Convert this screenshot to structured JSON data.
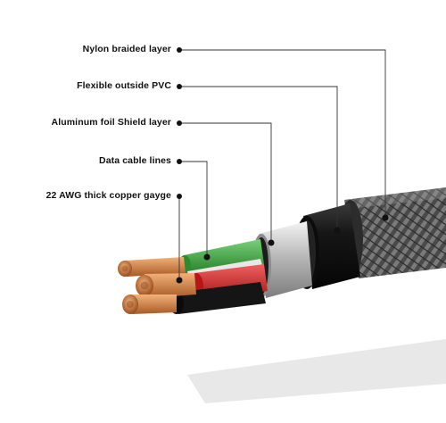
{
  "labels": [
    {
      "id": "nylon",
      "text": "Nylon braided layer"
    },
    {
      "id": "pvc",
      "text": "Flexible outside PVC"
    },
    {
      "id": "foil",
      "text": "Aluminum foil Shield layer"
    },
    {
      "id": "data",
      "text": "Data cable lines"
    },
    {
      "id": "copper",
      "text": "22 AWG thick copper gayge"
    }
  ],
  "colors": {
    "braid": "#4f4f4f",
    "pvc_jacket": "#161616",
    "foil": "#c9c9c9",
    "wire_green": "#3aa33a",
    "wire_red": "#d42020",
    "wire_white": "#ececec",
    "wire_black": "#1a1a1a",
    "copper": "#c8773a"
  }
}
